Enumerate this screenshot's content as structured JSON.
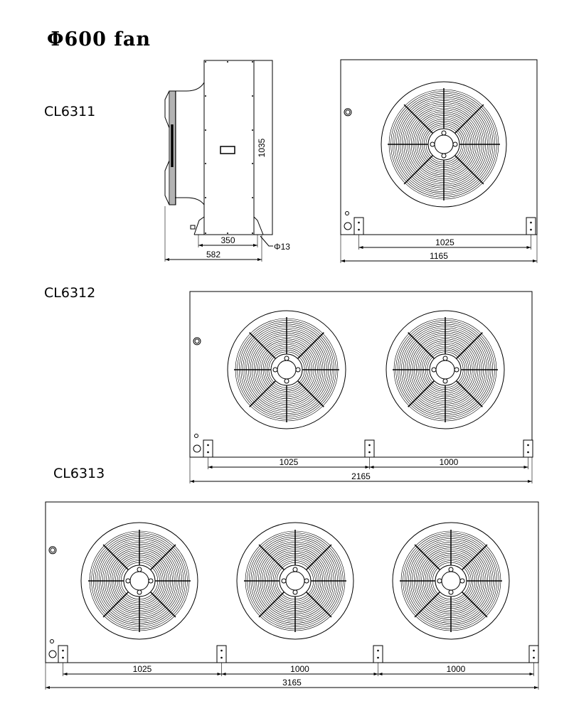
{
  "title": "Φ600 fan",
  "models": [
    {
      "name": "CL6311",
      "fans": 1,
      "dims": [
        "1025"
      ],
      "total": "1165"
    },
    {
      "name": "CL6312",
      "fans": 2,
      "dims": [
        "1025",
        "1000"
      ],
      "total": "2165"
    },
    {
      "name": "CL6313",
      "fans": 3,
      "dims": [
        "1025",
        "1000",
        "1000"
      ],
      "total": "3165"
    }
  ],
  "side_view": {
    "height": "1035",
    "foot_span": "350",
    "depth": "582",
    "hole": "Φ13"
  }
}
